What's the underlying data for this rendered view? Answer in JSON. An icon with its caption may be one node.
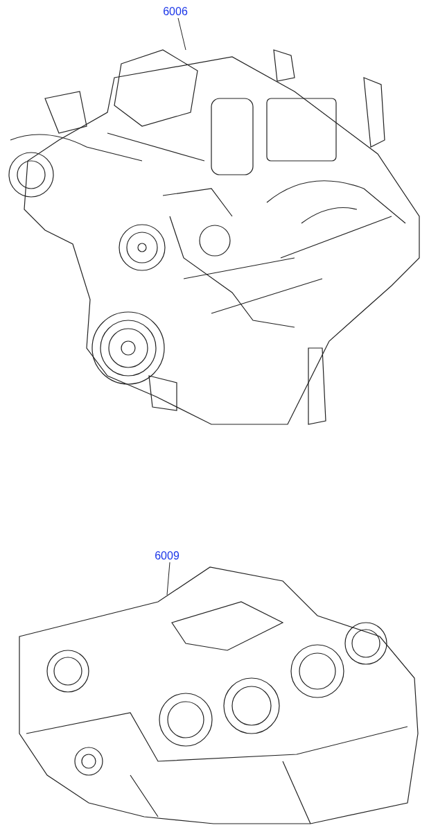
{
  "diagram": {
    "nodes": [
      {
        "text": [
          "6006"
        ]
      },
      {
        "text": [],
        "shape": "picture"
      },
      {
        "text": [
          "6009"
        ]
      },
      {
        "text": [],
        "shape": "picture"
      }
    ],
    "edges": [
      {
        "from": 0,
        "to": 1,
        "arrow": "none"
      },
      {
        "from": 2,
        "to": 3,
        "arrow": "none"
      }
    ]
  }
}
